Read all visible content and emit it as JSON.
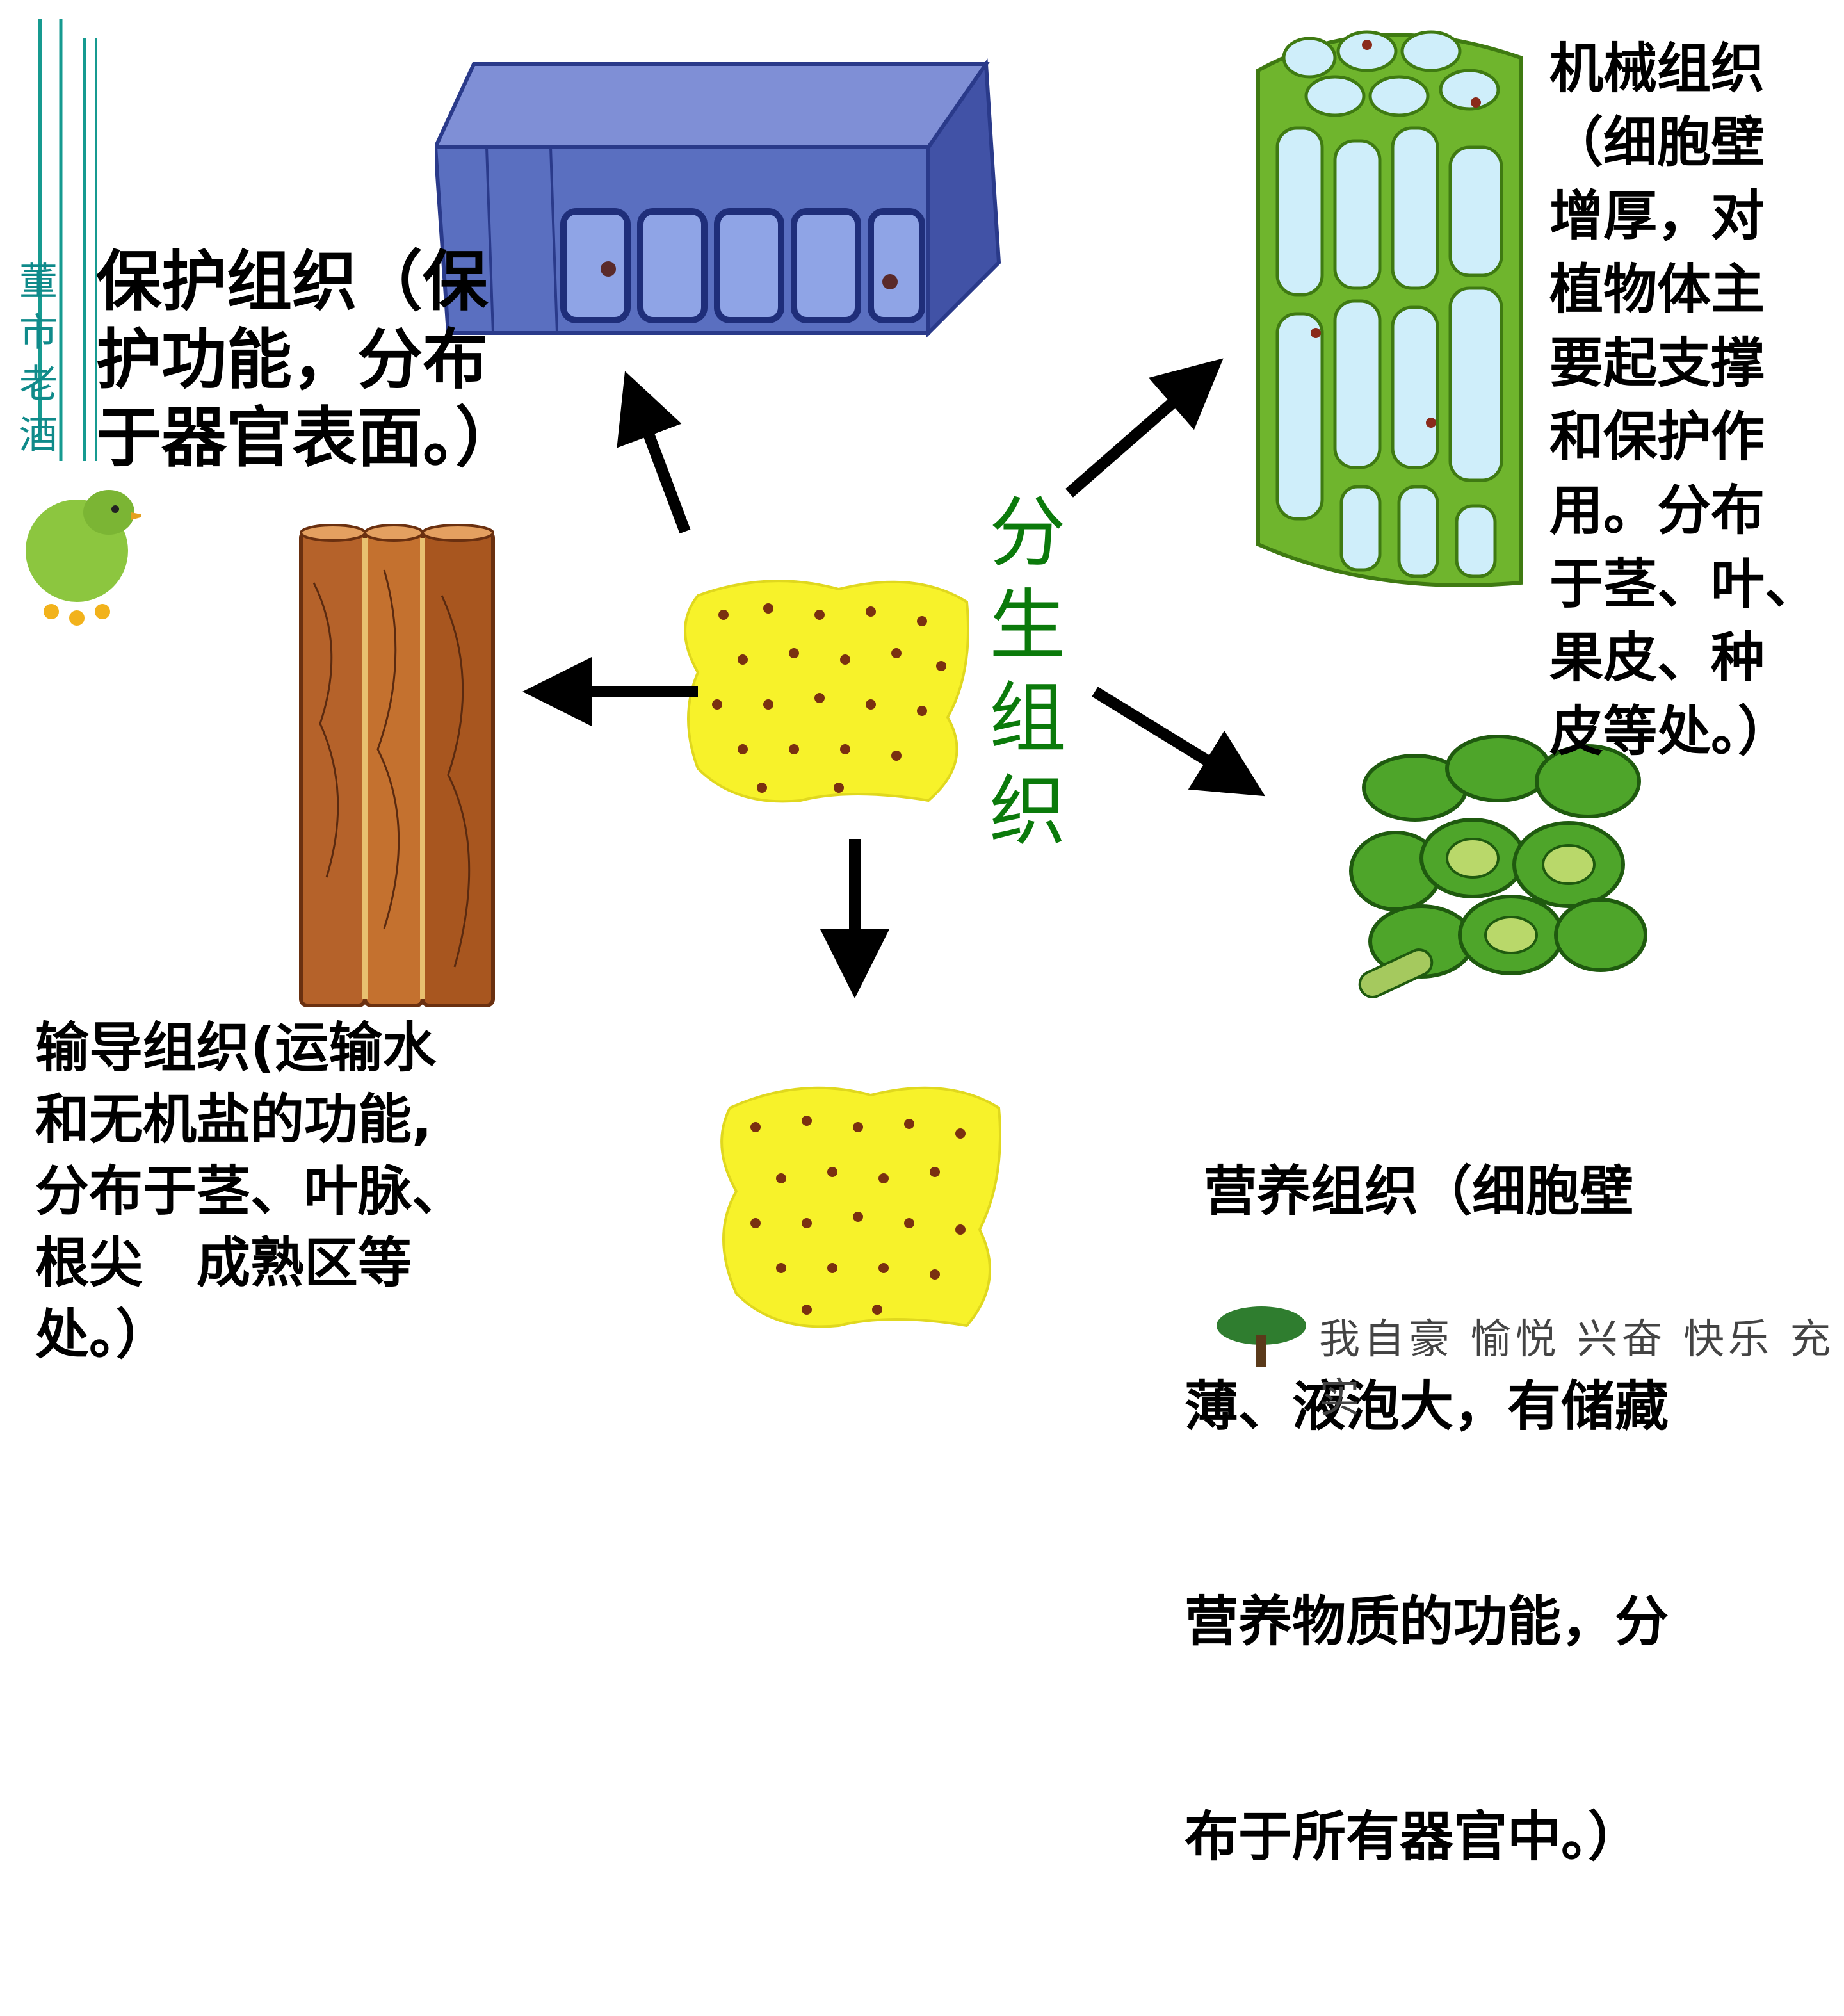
{
  "slide": {
    "center_label": [
      "分",
      "生",
      "组",
      "织"
    ],
    "protective": {
      "lines": [
        "保护组织（保",
        "护功能，分布",
        "于器官表面。）"
      ]
    },
    "mechanical": {
      "lines": [
        "机械组织",
        "（细胞壁",
        "增厚，对",
        "植物体主",
        "要起支撑",
        "和保护作",
        "用。分布",
        "于茎、叶、",
        "果皮、种",
        "皮等处。）"
      ]
    },
    "conductive": {
      "lines": [
        "输导组织(运输水",
        "和无机盐的功能,",
        "分布于茎、叶脉、",
        "根尖　成熟区等",
        "处。）"
      ]
    },
    "nutritive": {
      "lines": [
        " 营养组织（细胞壁",
        "薄、液泡大，有储藏",
        "营养物质的功能，分",
        "布于所有器官中。）"
      ]
    },
    "decoration": {
      "vertical_text": [
        "董",
        "市",
        "老",
        "酒"
      ],
      "motto": "我自豪 愉悦 兴奋 快乐 充实"
    }
  },
  "colors": {
    "meristem_yellow": "#f7f22a",
    "center_label_green": "#0b7a0b",
    "arrow": "#000000",
    "protective_blue": "#5a6fc0",
    "mechanical_green": "#6fb52d",
    "conductive_brown": "#b5622a",
    "nutritive_green": "#3f8f23"
  }
}
